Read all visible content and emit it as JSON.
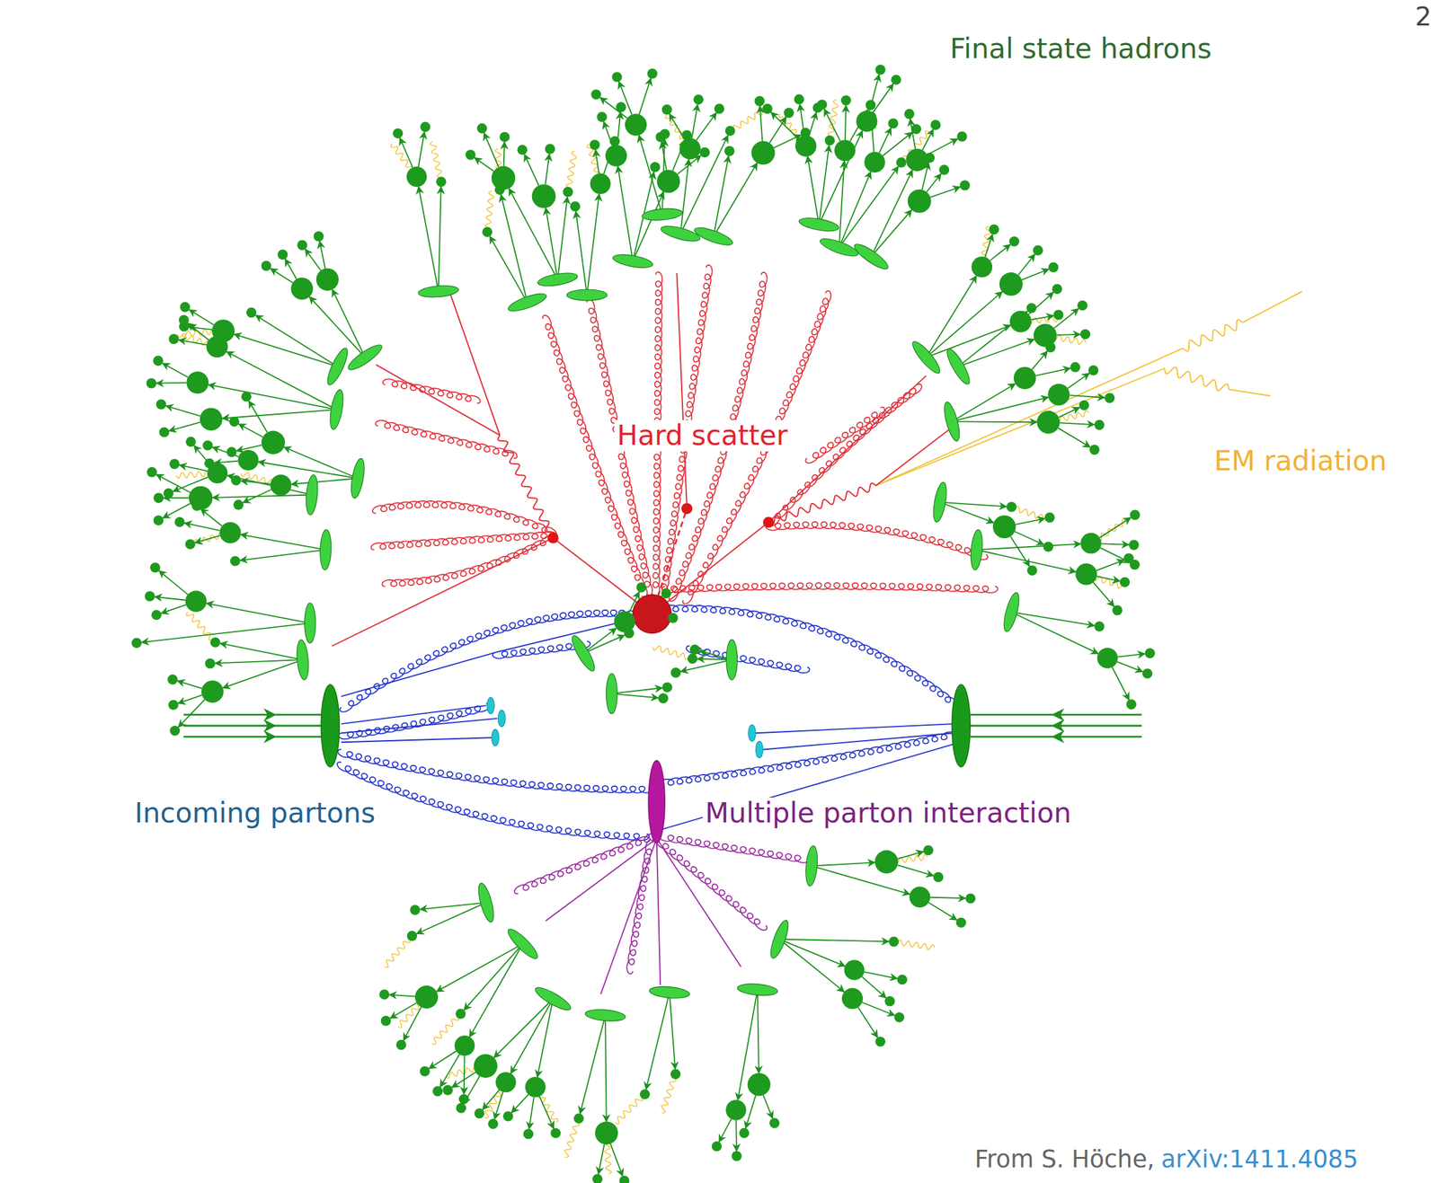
{
  "diagram": {
    "labels": [
      "Final state hadrons",
      "Hard scatter",
      "EM radiation",
      "Incoming partons",
      "Multiple parton interaction",
      "2",
      "From S. Höche,",
      "arXiv:1411.4085"
    ]
  }
}
